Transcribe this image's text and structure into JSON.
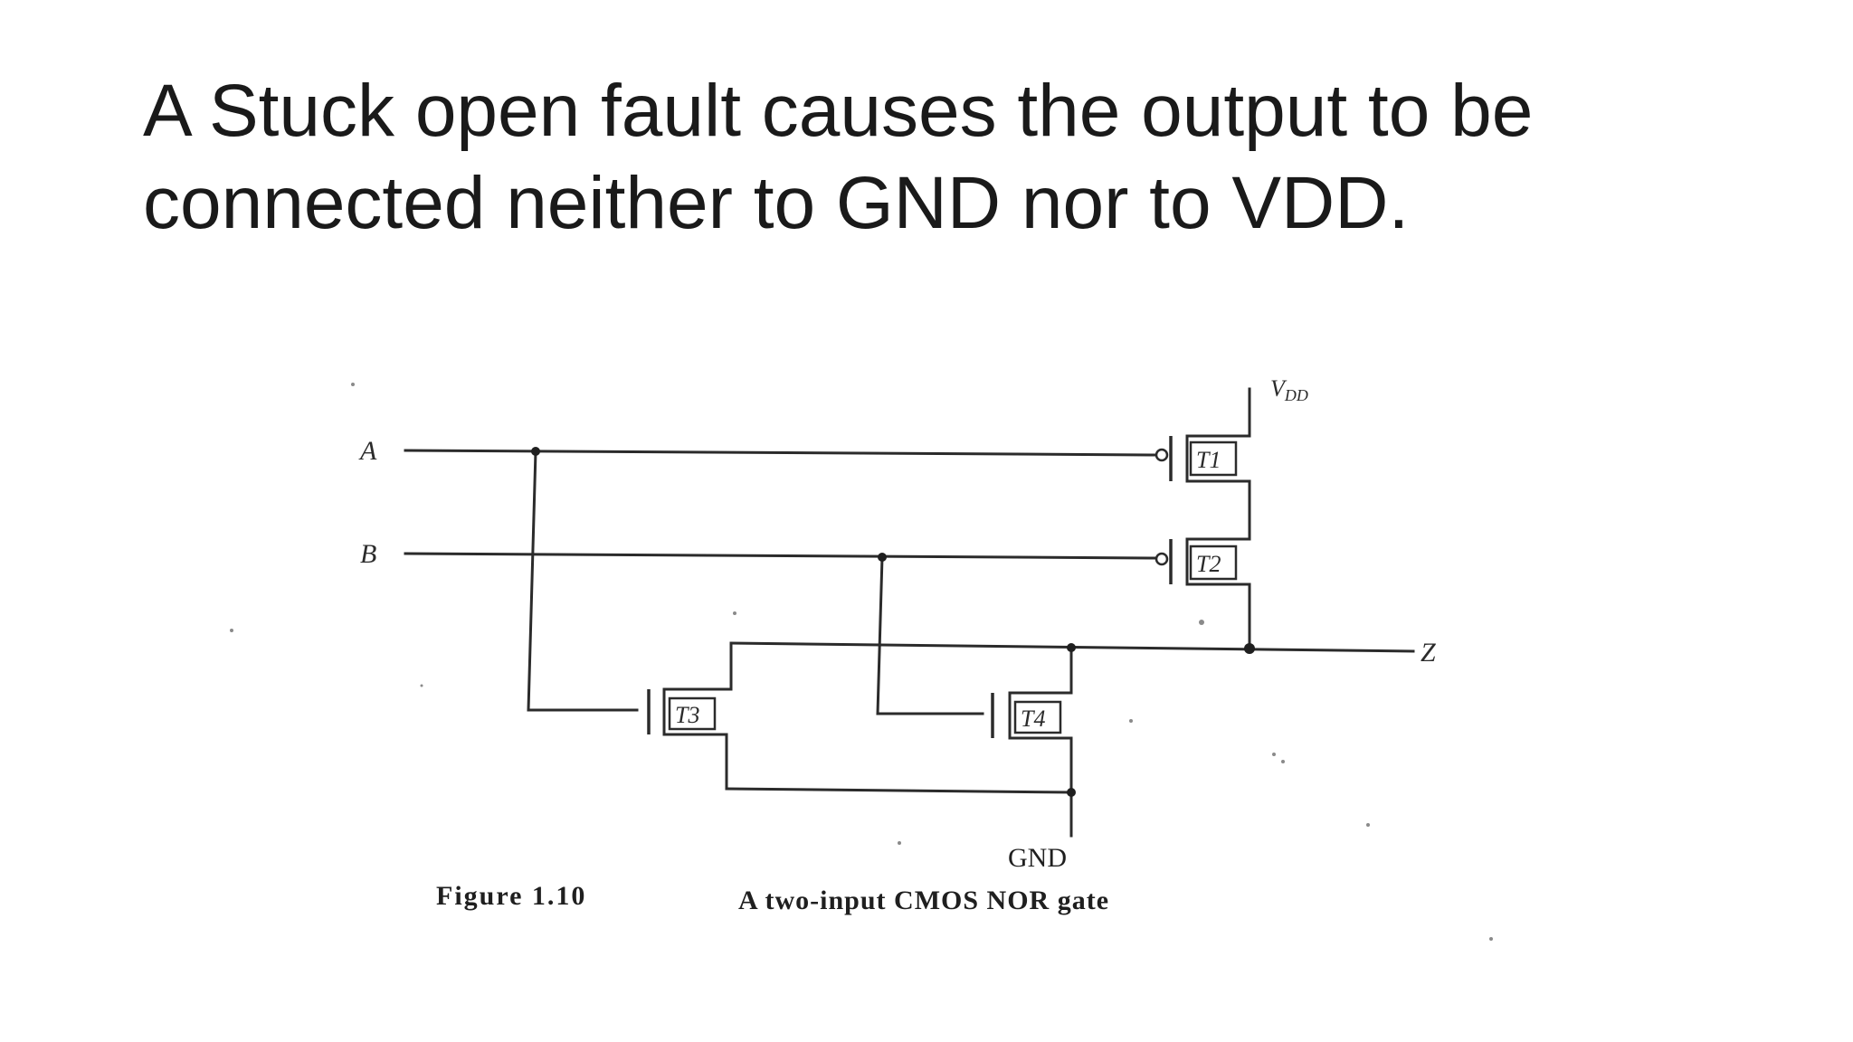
{
  "slide": {
    "title_lines": [
      "A Stuck open fault causes the output to be",
      "connected neither to GND nor to VDD."
    ]
  },
  "diagram": {
    "inputs": {
      "a": "A",
      "b": "B"
    },
    "output": "Z",
    "supply": {
      "main": "V",
      "sub": "DD"
    },
    "ground": "GND",
    "transistors": {
      "t1": "T1",
      "t2": "T2",
      "t3": "T3",
      "t4": "T4"
    },
    "caption": {
      "number": "Figure 1.10",
      "text": "A two-input CMOS NOR gate"
    }
  },
  "colors": {
    "background": "#ffffff",
    "ink": "#2b2b2b",
    "title_text": "#1a1a1a"
  }
}
